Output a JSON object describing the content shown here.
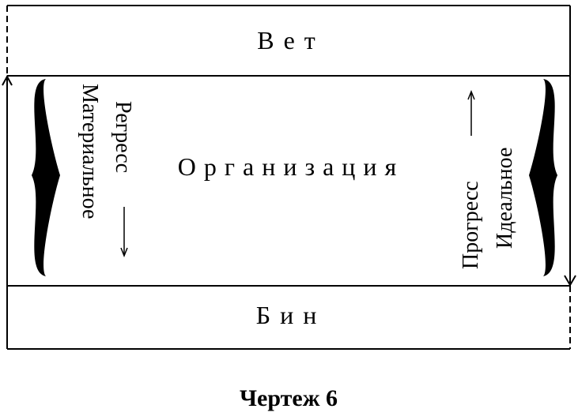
{
  "diagram": {
    "top_label": "Вет",
    "center_label": "Организация",
    "bottom_label": "Бин",
    "left": {
      "line1": "Регресс",
      "line2": "Материальное"
    },
    "right": {
      "line1": "Прогресс",
      "line2": "Идеальное"
    }
  },
  "caption": "Чертеж 6"
}
